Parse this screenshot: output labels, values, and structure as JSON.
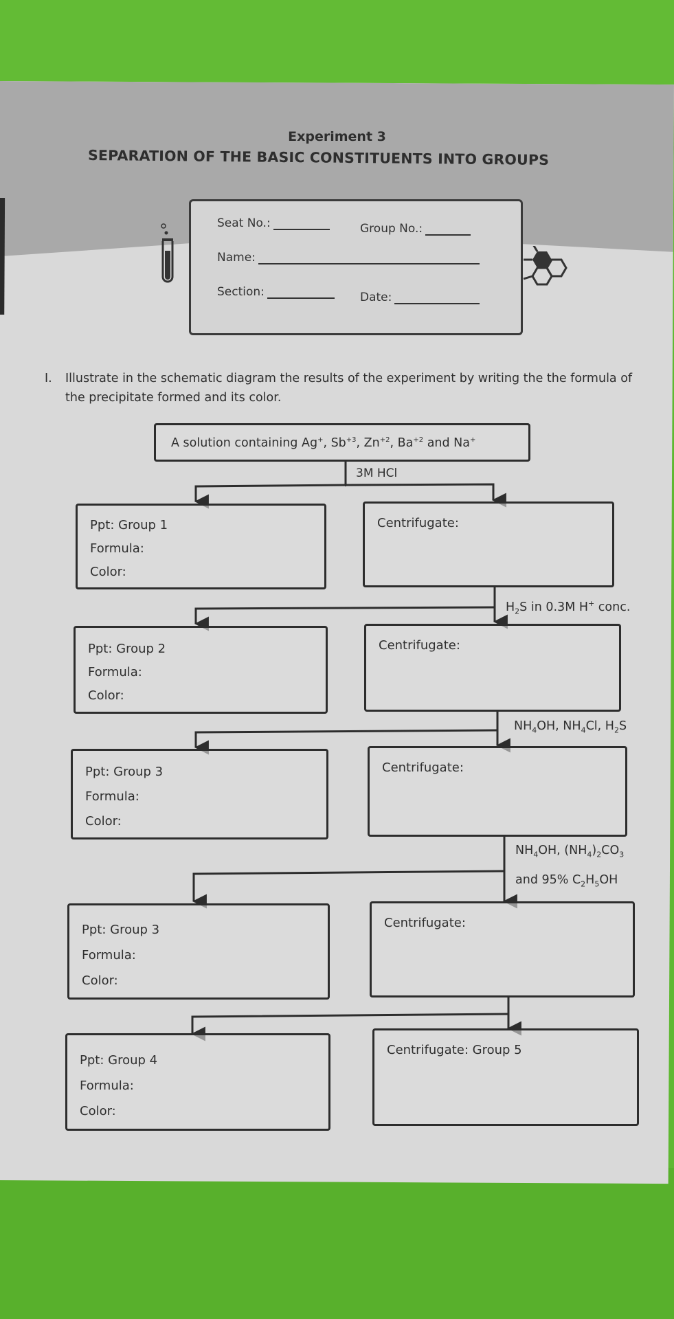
{
  "header": {
    "experiment": "Experiment 3",
    "title": "SEPARATION OF THE BASIC CONSTITUENTS INTO GROUPS"
  },
  "info_card": {
    "seat_no_label": "Seat No.:",
    "group_no_label": "Group No.:",
    "name_label": "Name:",
    "section_label": "Section:",
    "date_label": "Date:"
  },
  "instruction": {
    "number": "I.",
    "text": "Illustrate in the schematic diagram the results of the experiment by writing the the formula of the precipitate formed and its color."
  },
  "diagram": {
    "start": {
      "prefix": "A solution containing Ag",
      "ag_charge": "+",
      "sb": ", Sb",
      "sb_charge": "+3",
      "zn": ", Zn",
      "zn_charge": "+2",
      "ba": ", Ba",
      "ba_charge": "+2",
      "na": " and Na",
      "na_charge": "+"
    },
    "reagents": {
      "r1": "3M HCl",
      "r2": {
        "a": "H",
        "a_sub": "2",
        "b": "S in 0.3M H",
        "b_sup": "+",
        "c": " conc."
      },
      "r3": {
        "a": "NH",
        "a_sub": "4",
        "b": "OH, NH",
        "b_sub": "4",
        "c": "Cl, H",
        "c_sub": "2",
        "d": "S"
      },
      "r4_line1": {
        "a": "NH",
        "a_sub": "4",
        "b": "OH, (NH",
        "b_sub": "4",
        "c": ")",
        "c_sub": "2",
        "d": "CO",
        "d_sub": "3"
      },
      "r4_line2": {
        "a": "and 95% C",
        "a_sub": "2",
        "b": "H",
        "b_sub": "5",
        "c": "OH"
      }
    },
    "precipitates": [
      {
        "title": "Ppt: Group 1",
        "formula_label": "Formula:",
        "color_label": "Color:"
      },
      {
        "title": "Ppt: Group 2",
        "formula_label": "Formula:",
        "color_label": "Color:"
      },
      {
        "title": "Ppt: Group 3",
        "formula_label": "Formula:",
        "color_label": "Color:"
      },
      {
        "title": "Ppt: Group 3",
        "formula_label": "Formula:",
        "color_label": "Color:"
      },
      {
        "title": "Ppt: Group 4",
        "formula_label": "Formula:",
        "color_label": "Color:"
      }
    ],
    "centrifugates": [
      {
        "title": "Centrifugate:"
      },
      {
        "title": "Centrifugate:"
      },
      {
        "title": "Centrifugate:"
      },
      {
        "title": "Centrifugate:"
      },
      {
        "title": "Centrifugate: Group 5"
      }
    ]
  },
  "colors": {
    "background_green": "#5fb832",
    "paper": "#d9d9d9",
    "band_gray": "#a9a9a9",
    "ink": "#2d2d2d"
  }
}
